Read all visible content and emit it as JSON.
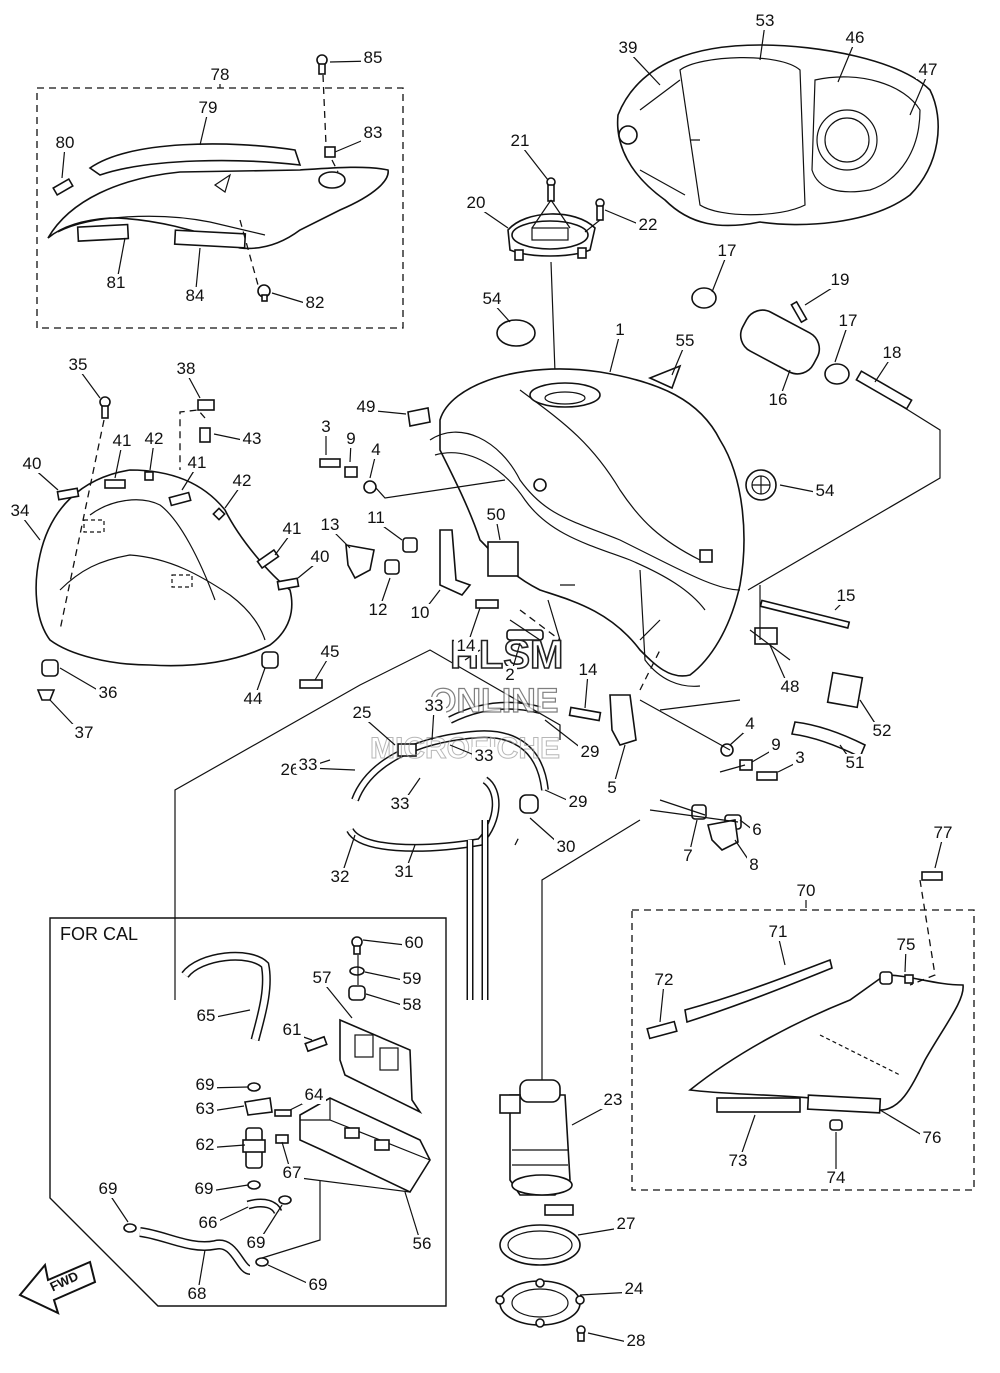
{
  "diagram": {
    "for_cal_label": "FOR CAL",
    "fwd_label": "FWD",
    "watermark": {
      "line1": "HLSM",
      "line2": "ONLINE",
      "line3": "MICROFICHE"
    },
    "callouts": [
      {
        "id": "c53",
        "text": "53"
      },
      {
        "id": "c39",
        "text": "39"
      },
      {
        "id": "c46",
        "text": "46"
      },
      {
        "id": "c47",
        "text": "47"
      },
      {
        "id": "c78",
        "text": "78"
      },
      {
        "id": "c85",
        "text": "85"
      },
      {
        "id": "c79",
        "text": "79"
      },
      {
        "id": "c83",
        "text": "83"
      },
      {
        "id": "c80",
        "text": "80"
      },
      {
        "id": "c81",
        "text": "81"
      },
      {
        "id": "c84",
        "text": "84"
      },
      {
        "id": "c82",
        "text": "82"
      },
      {
        "id": "c21",
        "text": "21"
      },
      {
        "id": "c20",
        "text": "20"
      },
      {
        "id": "c22",
        "text": "22"
      },
      {
        "id": "c17a",
        "text": "17"
      },
      {
        "id": "c19",
        "text": "19"
      },
      {
        "id": "c17b",
        "text": "17"
      },
      {
        "id": "c18",
        "text": "18"
      },
      {
        "id": "c16",
        "text": "16"
      },
      {
        "id": "c54a",
        "text": "54"
      },
      {
        "id": "c55",
        "text": "55"
      },
      {
        "id": "c1",
        "text": "1"
      },
      {
        "id": "c35",
        "text": "35"
      },
      {
        "id": "c38",
        "text": "38"
      },
      {
        "id": "c43",
        "text": "43"
      },
      {
        "id": "c41a",
        "text": "41"
      },
      {
        "id": "c42a",
        "text": "42"
      },
      {
        "id": "c40a",
        "text": "40"
      },
      {
        "id": "c41b",
        "text": "41"
      },
      {
        "id": "c42b",
        "text": "42"
      },
      {
        "id": "c34",
        "text": "34"
      },
      {
        "id": "c49",
        "text": "49"
      },
      {
        "id": "c3a",
        "text": "3"
      },
      {
        "id": "c9a",
        "text": "9"
      },
      {
        "id": "c4a",
        "text": "4"
      },
      {
        "id": "c54b",
        "text": "54"
      },
      {
        "id": "c13",
        "text": "13"
      },
      {
        "id": "c11",
        "text": "11"
      },
      {
        "id": "c50",
        "text": "50"
      },
      {
        "id": "c41c",
        "text": "41"
      },
      {
        "id": "c40b",
        "text": "40"
      },
      {
        "id": "c12",
        "text": "12"
      },
      {
        "id": "c10",
        "text": "10"
      },
      {
        "id": "c15",
        "text": "15"
      },
      {
        "id": "c36",
        "text": "36"
      },
      {
        "id": "c45",
        "text": "45"
      },
      {
        "id": "c44",
        "text": "44"
      },
      {
        "id": "c14a",
        "text": "14"
      },
      {
        "id": "c2",
        "text": "2"
      },
      {
        "id": "c14b",
        "text": "14"
      },
      {
        "id": "c48",
        "text": "48"
      },
      {
        "id": "c52",
        "text": "52"
      },
      {
        "id": "c37",
        "text": "37"
      },
      {
        "id": "c25",
        "text": "25"
      },
      {
        "id": "c33a",
        "text": "33"
      },
      {
        "id": "c33b",
        "text": "33"
      },
      {
        "id": "c29a",
        "text": "29"
      },
      {
        "id": "c26",
        "text": "26"
      },
      {
        "id": "c33c",
        "text": "33"
      },
      {
        "id": "c33d",
        "text": "33"
      },
      {
        "id": "c29b",
        "text": "29"
      },
      {
        "id": "c5",
        "text": "5"
      },
      {
        "id": "c4b",
        "text": "4"
      },
      {
        "id": "c9b",
        "text": "9"
      },
      {
        "id": "c3b",
        "text": "3"
      },
      {
        "id": "c51",
        "text": "51"
      },
      {
        "id": "c6",
        "text": "6"
      },
      {
        "id": "c30",
        "text": "30"
      },
      {
        "id": "c32",
        "text": "32"
      },
      {
        "id": "c31",
        "text": "31"
      },
      {
        "id": "c7",
        "text": "7"
      },
      {
        "id": "c8",
        "text": "8"
      },
      {
        "id": "c77",
        "text": "77"
      },
      {
        "id": "c70",
        "text": "70"
      },
      {
        "id": "c60",
        "text": "60"
      },
      {
        "id": "c71",
        "text": "71"
      },
      {
        "id": "c75",
        "text": "75"
      },
      {
        "id": "c59",
        "text": "59"
      },
      {
        "id": "c57",
        "text": "57"
      },
      {
        "id": "c58",
        "text": "58"
      },
      {
        "id": "c72",
        "text": "72"
      },
      {
        "id": "c65",
        "text": "65"
      },
      {
        "id": "c61",
        "text": "61"
      },
      {
        "id": "c69a",
        "text": "69"
      },
      {
        "id": "c64",
        "text": "64"
      },
      {
        "id": "c63",
        "text": "63"
      },
      {
        "id": "c23",
        "text": "23"
      },
      {
        "id": "c76",
        "text": "76"
      },
      {
        "id": "c62",
        "text": "62"
      },
      {
        "id": "c67",
        "text": "67"
      },
      {
        "id": "c73",
        "text": "73"
      },
      {
        "id": "c74",
        "text": "74"
      },
      {
        "id": "c69b",
        "text": "69"
      },
      {
        "id": "c69c",
        "text": "69"
      },
      {
        "id": "c66",
        "text": "66"
      },
      {
        "id": "c27",
        "text": "27"
      },
      {
        "id": "c56",
        "text": "56"
      },
      {
        "id": "c69d",
        "text": "69"
      },
      {
        "id": "c69e",
        "text": "69"
      },
      {
        "id": "c24",
        "text": "24"
      },
      {
        "id": "c68",
        "text": "68"
      },
      {
        "id": "c28",
        "text": "28"
      }
    ]
  }
}
